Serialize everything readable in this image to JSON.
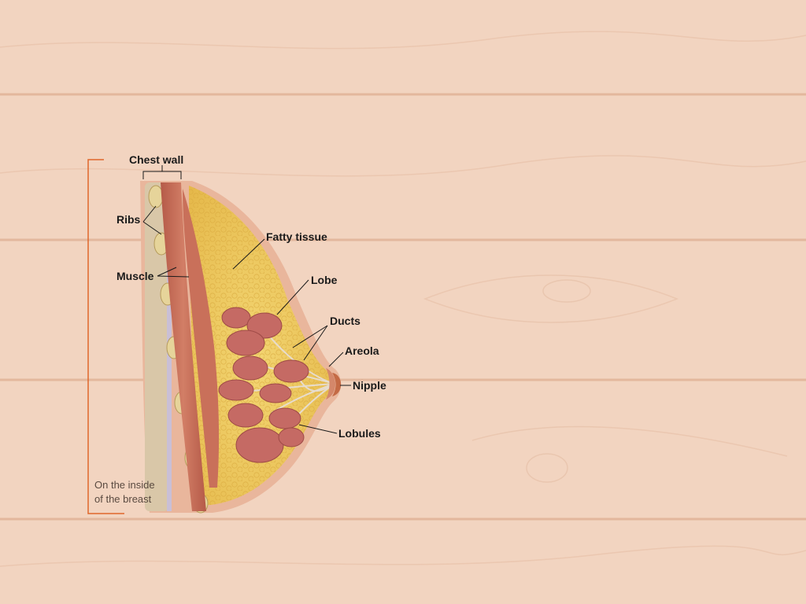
{
  "colors": {
    "background": "#f2d4c0",
    "plank_seam": "#e3b9a0",
    "bracket": "#e0662a",
    "fat": "#eec85a",
    "muscle": "#c9705a",
    "lobule": "#c56a64",
    "skin": "#e2a98f",
    "nipple": "#c46a45",
    "label_text": "#1a1a1a",
    "caption_text": "#5a4a40"
  },
  "diagram": {
    "labels": {
      "chest_wall": "Chest wall",
      "ribs": "Ribs",
      "muscle": "Muscle",
      "fatty_tissue": "Fatty tissue",
      "lobe": "Lobe",
      "ducts": "Ducts",
      "areola": "Areola",
      "nipple": "Nipple",
      "lobules": "Lobules"
    },
    "caption_line1": "On the inside",
    "caption_line2": "of the breast"
  }
}
